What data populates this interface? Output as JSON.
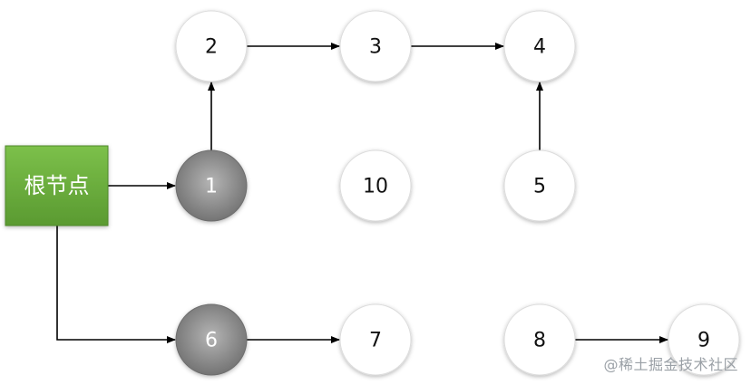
{
  "root": {
    "label": "根节点",
    "color_top": "#7cc04a",
    "color_bottom": "#5a9a31",
    "border_color": "#4f8a2a"
  },
  "nodes": [
    {
      "id": "1",
      "label": "1",
      "style": "gray"
    },
    {
      "id": "2",
      "label": "2",
      "style": "white"
    },
    {
      "id": "3",
      "label": "3",
      "style": "white"
    },
    {
      "id": "4",
      "label": "4",
      "style": "white"
    },
    {
      "id": "5",
      "label": "5",
      "style": "white"
    },
    {
      "id": "6",
      "label": "6",
      "style": "gray"
    },
    {
      "id": "7",
      "label": "7",
      "style": "white"
    },
    {
      "id": "8",
      "label": "8",
      "style": "white"
    },
    {
      "id": "9",
      "label": "9",
      "style": "white"
    },
    {
      "id": "10",
      "label": "10",
      "style": "white"
    }
  ],
  "edges": [
    {
      "from": "root",
      "to": "1"
    },
    {
      "from": "1",
      "to": "2"
    },
    {
      "from": "2",
      "to": "3"
    },
    {
      "from": "3",
      "to": "4"
    },
    {
      "from": "5",
      "to": "4"
    },
    {
      "from": "root",
      "to": "6"
    },
    {
      "from": "6",
      "to": "7"
    },
    {
      "from": "8",
      "to": "9"
    }
  ],
  "colors": {
    "gray_node_light": "#b5b5b5",
    "gray_node_dark": "#6e6e6e",
    "gray_node_text": "#ffffff",
    "white_node_fill": "#ffffff",
    "white_node_text": "#111111",
    "node_border": "#dcdcdc",
    "arrow": "#000000"
  },
  "watermark": "@稀土掘金技术社区"
}
